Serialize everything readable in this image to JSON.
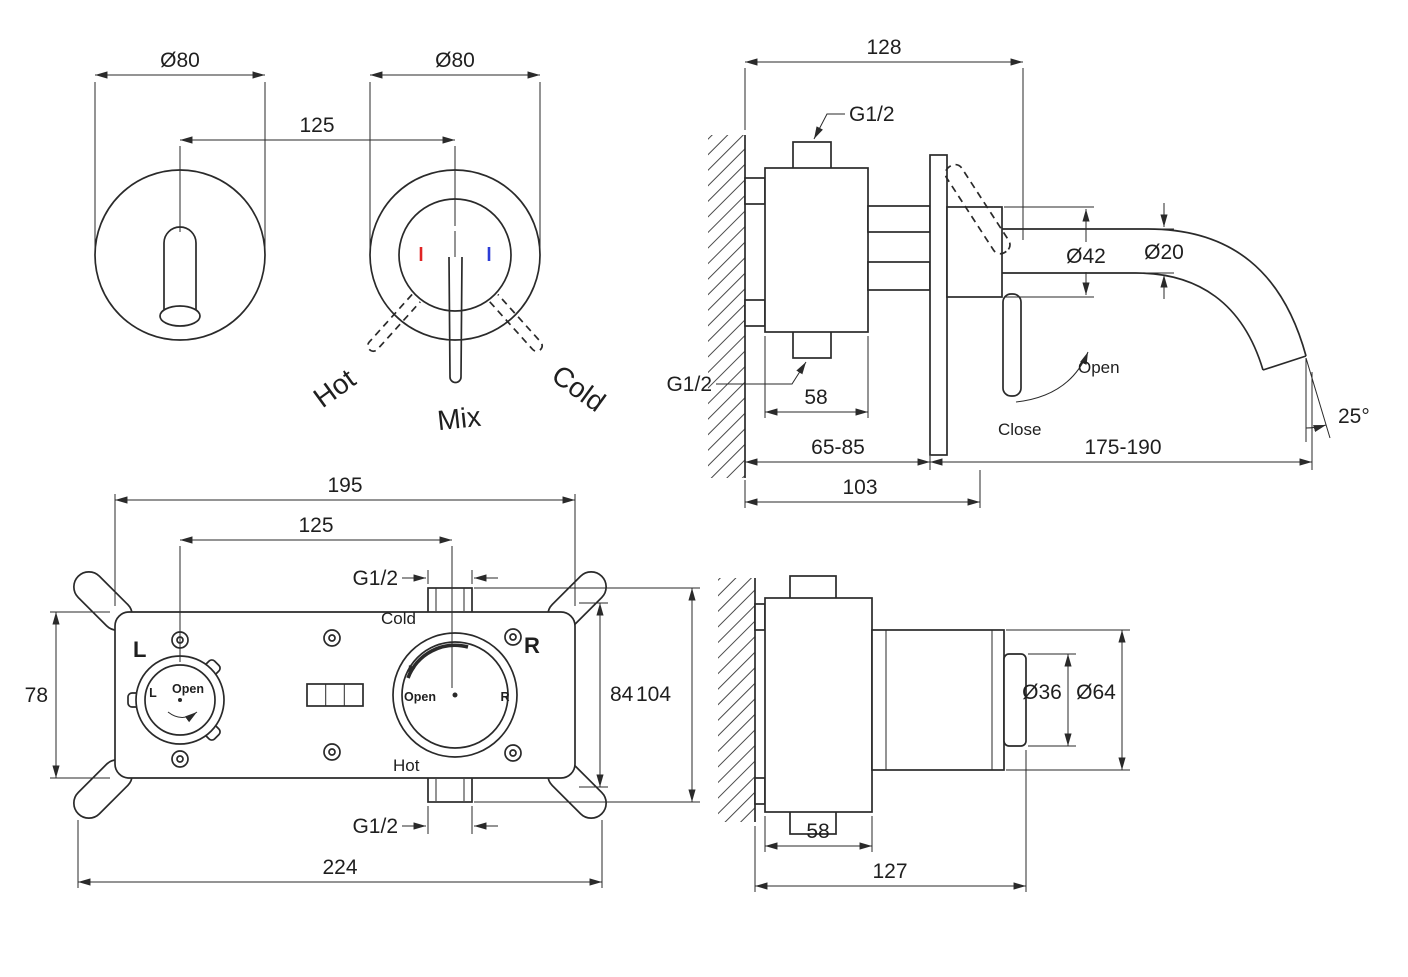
{
  "colors": {
    "line": "#2a2a2a",
    "hot_indicator": "#e02424",
    "cold_indicator": "#2b3cd6"
  },
  "views": {
    "front_trim": {
      "dia_left": "Ø80",
      "dia_right": "Ø80",
      "spacing": "125",
      "hot": "Hot",
      "mix": "Mix",
      "cold": "Cold"
    },
    "side_trim": {
      "depth_total": "128",
      "thread_top": "G1/2",
      "thread_bottom": "G1/2",
      "dia_escutcheon": "Ø42",
      "dia_spout": "Ø20",
      "open": "Open",
      "close": "Close",
      "spout_angle": "25°",
      "body_depth": "58",
      "wall_depth_range": "65-85",
      "spout_reach_range": "175-190",
      "handle_depth": "103"
    },
    "front_rough": {
      "width_body": "195",
      "valve_spacing": "125",
      "thread_top": "G1/2",
      "thread_bottom": "G1/2",
      "cold": "Cold",
      "hot": "Hot",
      "left_marker": "L",
      "right_marker": "R",
      "left_valve_l": "L",
      "left_valve_open": "Open",
      "right_valve_open": "Open",
      "right_valve_r": "R",
      "height_body": "78",
      "height_plate": "84",
      "height_total": "104",
      "width_total": "224"
    },
    "side_rough": {
      "dia_inner": "Ø36",
      "dia_outer": "Ø64",
      "body_depth": "58",
      "total_depth": "127"
    }
  }
}
